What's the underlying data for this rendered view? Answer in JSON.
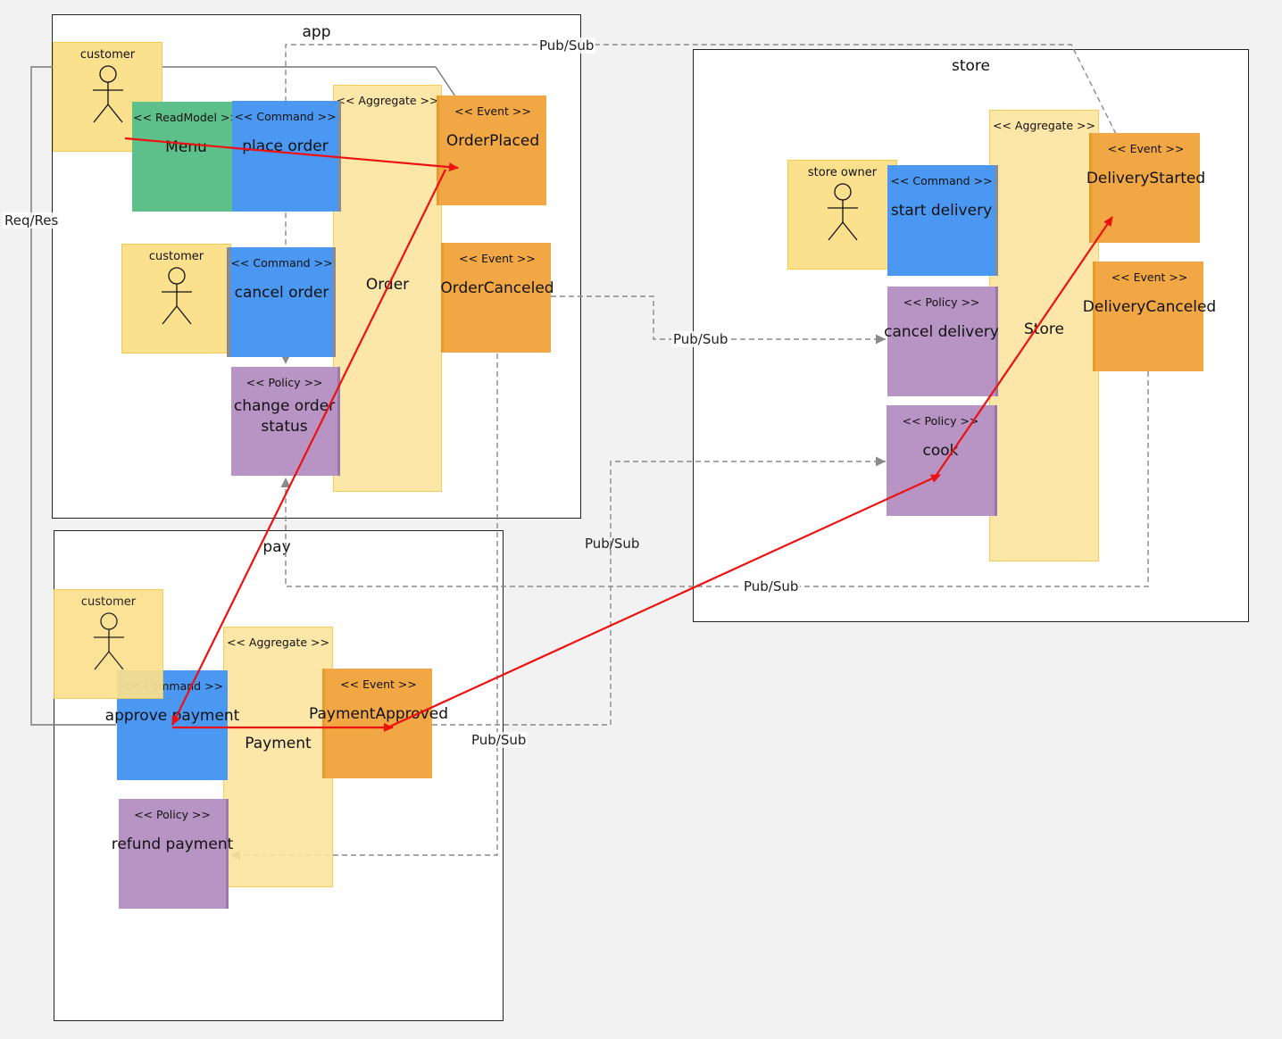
{
  "contexts": {
    "app": {
      "title": "app"
    },
    "store": {
      "title": "store"
    },
    "pay": {
      "title": "pay"
    }
  },
  "app": {
    "actor_top": "customer",
    "actor_mid": "customer",
    "readmodel": {
      "stereotype": "<< ReadModel >>",
      "name": "Menu"
    },
    "cmd_place": {
      "stereotype": "<< Command >>",
      "name": "place order"
    },
    "cmd_cancel": {
      "stereotype": "<< Command >>",
      "name": "cancel order"
    },
    "aggregate": {
      "stereotype": "<< Aggregate >>",
      "name": "Order"
    },
    "evt_placed": {
      "stereotype": "<< Event >>",
      "name": "OrderPlaced"
    },
    "evt_canceled": {
      "stereotype": "<< Event >>",
      "name": "OrderCanceled"
    },
    "policy_change": {
      "stereotype": "<< Policy >>",
      "name_line1": "change order",
      "name_line2": "status"
    }
  },
  "store": {
    "actor": "store owner",
    "cmd_start": {
      "stereotype": "<< Command >>",
      "name": "start delivery"
    },
    "policy_cancel": {
      "stereotype": "<< Policy >>",
      "name": "cancel delivery"
    },
    "policy_cook": {
      "stereotype": "<< Policy >>",
      "name": "cook"
    },
    "aggregate": {
      "stereotype": "<< Aggregate >>",
      "name": "Store"
    },
    "evt_started": {
      "stereotype": "<< Event >>",
      "name": "DeliveryStarted"
    },
    "evt_canceled": {
      "stereotype": "<< Event >>",
      "name": "DeliveryCanceled"
    }
  },
  "pay": {
    "actor": "customer",
    "cmd_approve": {
      "stereotype": "<< Command >>",
      "name": "approve payment"
    },
    "aggregate": {
      "stereotype": "<< Aggregate >>",
      "name": "Payment"
    },
    "evt_approved": {
      "stereotype": "<< Event >>",
      "name": "PaymentApproved"
    },
    "policy_refund": {
      "stereotype": "<< Policy >>",
      "name": "refund payment"
    }
  },
  "connectors": {
    "pubsub_top": "Pub/Sub",
    "reqres": "Req/Res",
    "pubsub_cancel": "Pub/Sub",
    "pubsub_mid": "Pub/Sub",
    "pubsub_bottom": "Pub/Sub",
    "pubsub_pay": "Pub/Sub"
  },
  "colors": {
    "flow": "#ee1111",
    "dashed": "#8a8a8a",
    "reqres": "#777777"
  }
}
